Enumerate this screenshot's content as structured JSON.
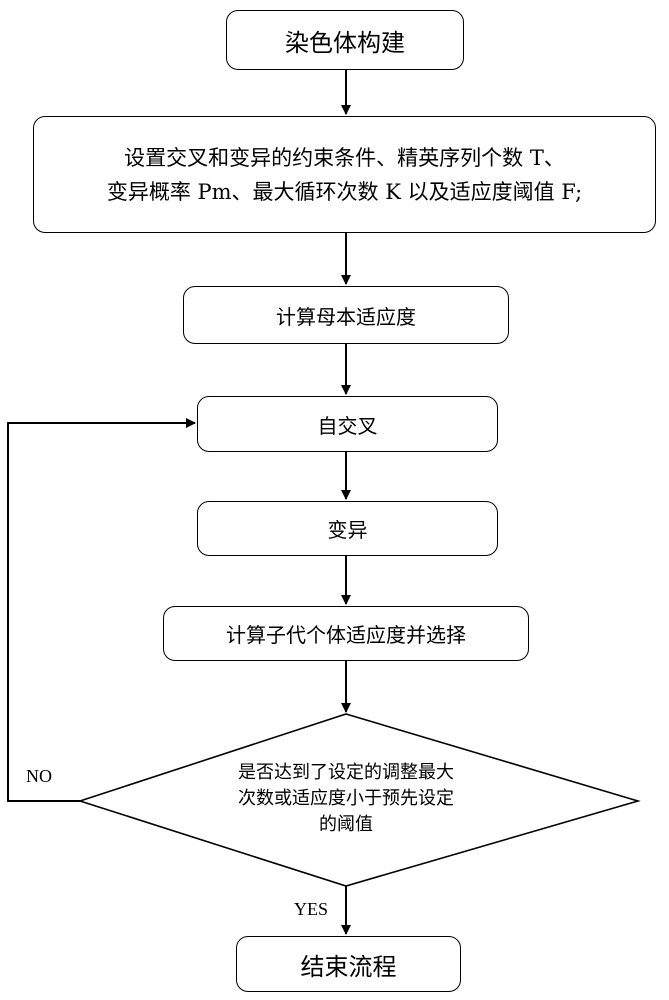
{
  "flowchart": {
    "nodes": {
      "start": "染色体构建",
      "setup_line1": "设置交叉和变异的约束条件、精英序列个数 T、",
      "setup_line2": "变异概率 Pm、最大循环次数 K 以及适应度阈值 F;",
      "parent_fitness": "计算母本适应度",
      "self_crossover": "自交叉",
      "mutation": "变异",
      "offspring_fitness": "计算子代个体适应度并选择",
      "decision_line1": "是否达到了设定的调整最大",
      "decision_line2": "次数或适应度小于预先设定",
      "decision_line3": "的阈值",
      "end": "结束流程"
    },
    "labels": {
      "no": "NO",
      "yes": "YES"
    }
  }
}
